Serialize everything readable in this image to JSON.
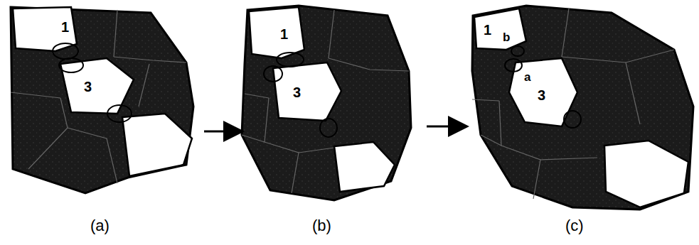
{
  "diagram": {
    "labels": [
      "1",
      "3",
      "1",
      "3",
      "1",
      "b",
      "a",
      "3",
      "(a)",
      "(b)",
      "(c)"
    ]
  }
}
